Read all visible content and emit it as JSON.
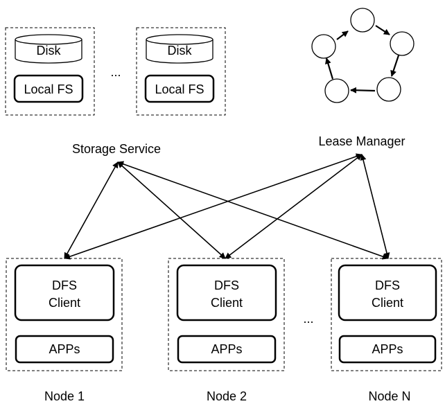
{
  "storage": {
    "disk_label": "Disk",
    "fs_label": "Local FS",
    "ellipsis": "..."
  },
  "services": {
    "storage_service": "Storage Service",
    "lease_manager": "Lease Manager"
  },
  "client": {
    "dfs_line1": "DFS",
    "dfs_line2": "Client",
    "apps_label": "APPs",
    "ellipsis": "..."
  },
  "nodes": [
    "Node 1",
    "Node 2",
    "Node N"
  ]
}
